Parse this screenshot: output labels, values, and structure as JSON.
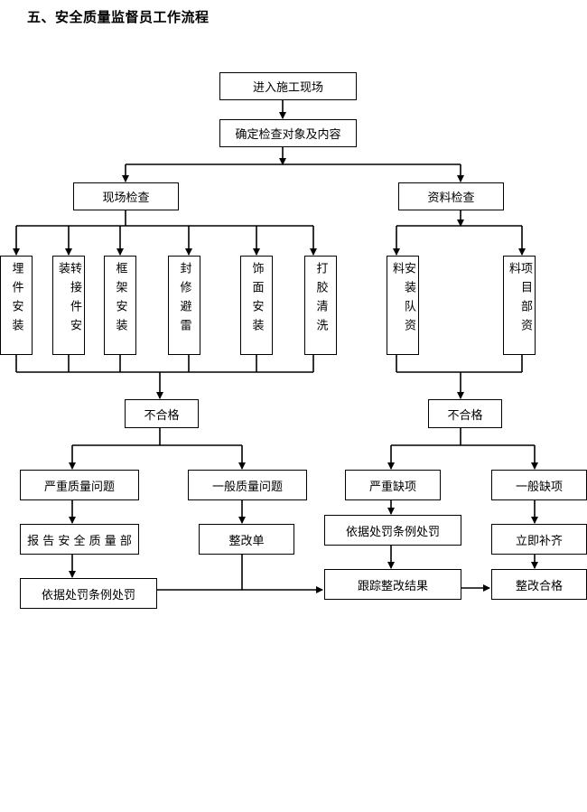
{
  "page": {
    "title": "五、安全质量监督员工作流程"
  },
  "flowchart": {
    "enter_site": "进入施工现场",
    "determine_content": "确定检查对象及内容",
    "site_check": "现场检查",
    "doc_check": "资料检查",
    "site_items": [
      "埋件安装",
      "转接件安装",
      "框架安装",
      "封修避雷",
      "饰面安装",
      "打胶清洗"
    ],
    "doc_items": [
      "安装队资料",
      "项目部资料"
    ],
    "unqualified_left": "不合格",
    "unqualified_right": "不合格",
    "serious_quality": "严重质量问题",
    "general_quality": "一般质量问题",
    "serious_defect": "严重缺项",
    "general_defect": "一般缺项",
    "report_dept": "报 告 安 全 质 量 部",
    "rectify_order": "整改单",
    "penalty_right": "依据处罚条例处罚",
    "immediate_fix": "立即补齐",
    "penalty_left": "依据处罚条例处罚",
    "track_result": "跟踪整改结果",
    "rectify_pass": "整改合格"
  }
}
